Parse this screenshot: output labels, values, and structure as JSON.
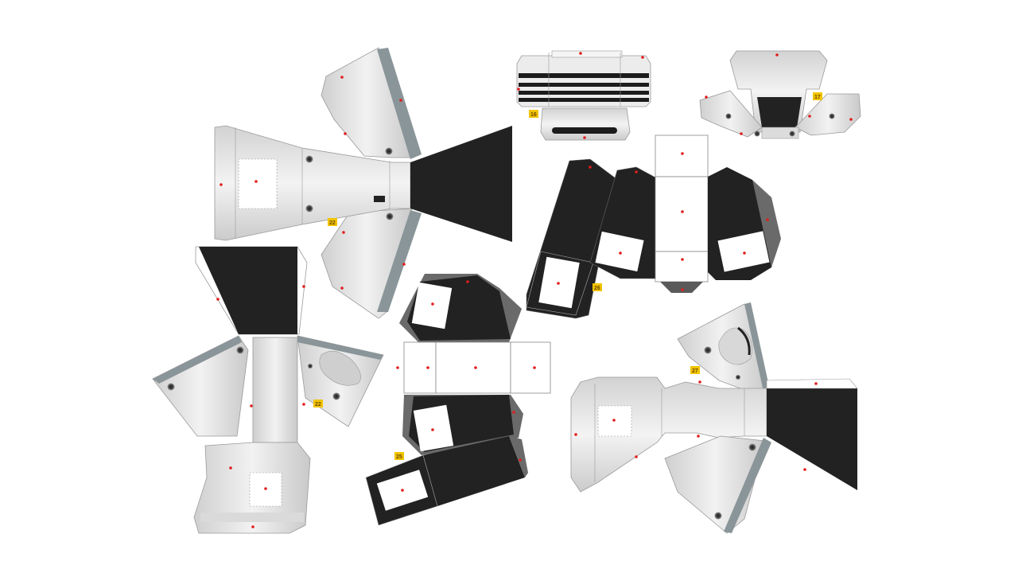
{
  "sheet": {
    "description_free": true,
    "colors": {
      "paper": "#ffffff",
      "light_panel": "#e6e6e6",
      "mid_panel": "#cfcfcf",
      "dark_panel": "#222222",
      "shadow_panel": "#7a7a7a",
      "edge_strip": "#8a9599",
      "outline": "#9a9a9a",
      "glue_dot": "#e11d1d",
      "part_tag": "#f2c400",
      "bolt": "#3a3a3a"
    },
    "part_numbers": {
      "p_top_left": "16",
      "p_top_right": "17",
      "p_head_left": "22",
      "p_tower_right": "26",
      "p_leg_left": "22",
      "p_center": "25",
      "p_head_right": "27"
    }
  }
}
